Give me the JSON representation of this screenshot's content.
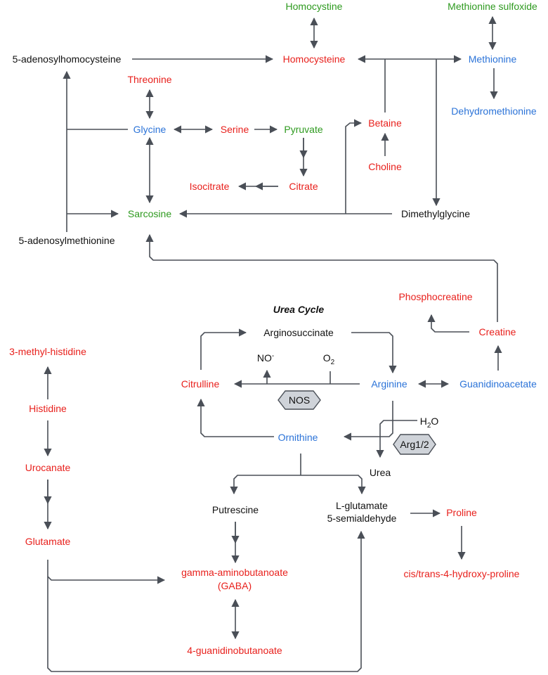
{
  "colors": {
    "red": "#e8201c",
    "blue": "#2b73d8",
    "green": "#2e9a1f",
    "black": "#111111",
    "line": "#4a4f57",
    "enzyme_fill": "#cfd3d9",
    "enzyme_stroke": "#4a4f57"
  },
  "diagram": {
    "title": "Urea Cycle",
    "nodes": {
      "homocystine": "Homocystine",
      "methionine_sulfoxide": "Methionine sulfoxide",
      "adenosylhomocysteine": "5-adenosylhomocysteine",
      "homocysteine": "Homocysteine",
      "methionine": "Methionine",
      "threonine": "Threonine",
      "dehydromethionine": "Dehydromethionine",
      "glycine": "Glycine",
      "serine": "Serine",
      "pyruvate": "Pyruvate",
      "betaine": "Betaine",
      "choline": "Choline",
      "isocitrate": "Isocitrate",
      "citrate": "Citrate",
      "sarcosine": "Sarcosine",
      "dimethylglycine": "Dimethylglycine",
      "adenosylmethionine": "5-adenosylmethionine",
      "phosphocreatine": "Phosphocreatine",
      "arginosuccinate": "Arginosuccinate",
      "creatine": "Creatine",
      "methyl_histidine": "3-methyl-histidine",
      "no_base": "NO",
      "no_sup": "-",
      "o2_base": "O",
      "o2_sub": "2",
      "citrulline": "Citrulline",
      "arginine": "Arginine",
      "guanidinoacetate": "Guanidinoacetate",
      "histidine": "Histidine",
      "h2o_h": "H",
      "h2o_sub": "2",
      "h2o_o": "O",
      "ornithine": "Ornithine",
      "urocanate": "Urocanate",
      "urea": "Urea",
      "putrescine": "Putrescine",
      "glutamate_semialdehyde_line1": "L-glutamate",
      "glutamate_semialdehyde_line2": "5-semialdehyde",
      "proline": "Proline",
      "glutamate": "Glutamate",
      "gaba_line1": "gamma-aminobutanoate",
      "gaba_line2": "(GABA)",
      "hydroxyproline": "cis/trans-4-hydroxy-proline",
      "guanidinobutanoate": "4-guanidinobutanoate"
    },
    "enzymes": {
      "nos": "NOS",
      "arg": "Arg1/2"
    }
  }
}
